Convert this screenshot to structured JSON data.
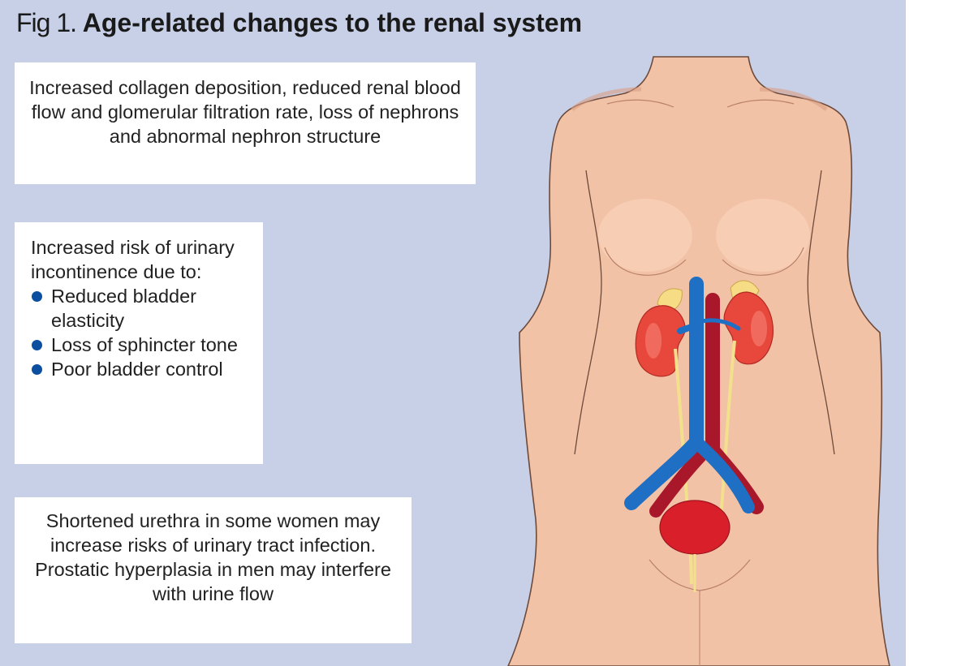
{
  "figure": {
    "number": "Fig 1.",
    "title": "Age-related changes to the renal system"
  },
  "boxes": {
    "kidney_changes": "Increased collagen deposition, reduced renal blood flow and glomerular filtration rate, loss of nephrons and abnormal nephron structure",
    "incontinence": {
      "intro": "Increased risk of urinary incontinence due to:",
      "bullets": [
        "Reduced bladder elasticity",
        "Loss of sphincter tone",
        "Poor bladder control"
      ]
    },
    "urethra": "Shortened urethra in some women may increase risks of urinary tract infection. Prostatic hyperplasia in men may interfere with urine flow"
  },
  "colors": {
    "background": "#c8d0e7",
    "skin": "#f2c2a6",
    "kidney": "#e8483c",
    "adrenal": "#f7dc86",
    "vein": "#1f6fc4",
    "artery": "#a8182a",
    "bladder": "#d91f2a",
    "ureter": "#f3e08c",
    "bullet": "#0c4fa0"
  }
}
